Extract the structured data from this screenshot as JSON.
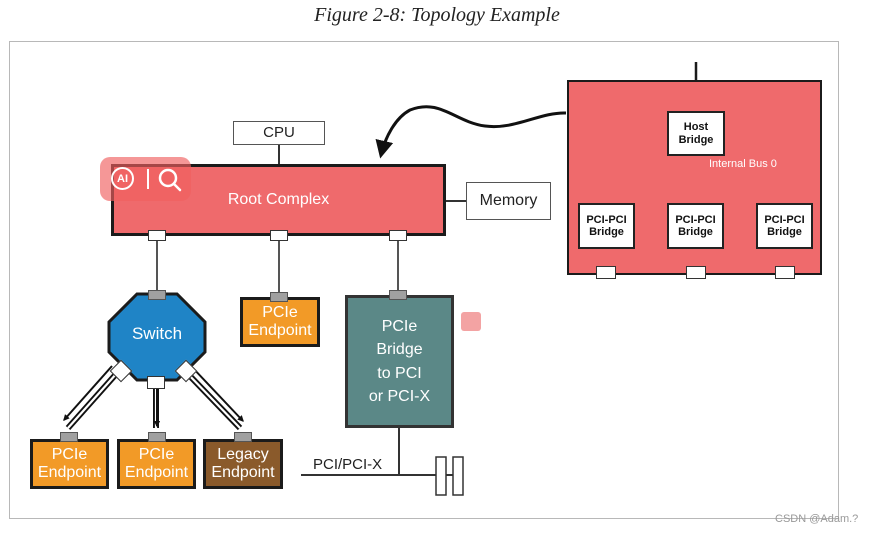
{
  "caption": "Figure 2-8: Topology Example",
  "nodes": {
    "cpu": "CPU",
    "root_complex": "Root Complex",
    "memory": "Memory",
    "switch": "Switch",
    "pcie_endpoint": [
      "PCIe",
      "Endpoint"
    ],
    "bridge_to_pci": [
      "PCIe",
      "Bridge",
      "to PCI",
      "or PCI-X"
    ],
    "legacy_endpoint": [
      "Legacy",
      "Endpoint"
    ],
    "pci_bus": "PCI/PCI-X"
  },
  "detail": {
    "host_bridge": [
      "Host",
      "Bridge"
    ],
    "internal_bus": "Internal Bus 0",
    "pci_pci_bridge": [
      "PCI-PCI",
      "Bridge"
    ]
  },
  "overlay": {
    "ai_label": "AI"
  },
  "watermark": "CSDN @Adam.?",
  "colors": {
    "root_complex": "#ef6a6c",
    "switch": "#1f84c6",
    "endpoint": "#f29a27",
    "legacy": "#8a5a2b",
    "bridge": "#5b8887"
  }
}
